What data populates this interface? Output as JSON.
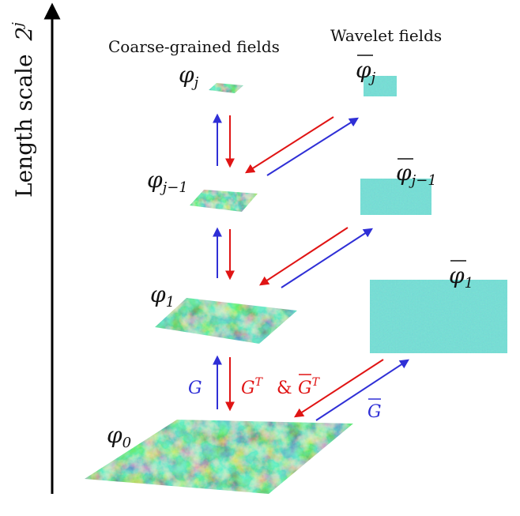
{
  "axis_label": "Length scale",
  "axis_scale": "2",
  "axis_scale_exp": "j",
  "headings": {
    "coarse": "Coarse-grained fields",
    "wavelet": "Wavelet fields"
  },
  "coarse_fields": [
    {
      "sym": "φ",
      "sub": "0"
    },
    {
      "sym": "φ",
      "sub": "1"
    },
    {
      "sym": "φ",
      "sub": "j−1"
    },
    {
      "sym": "φ",
      "sub": "j"
    }
  ],
  "wavelet_fields": [
    {
      "sym": "φ",
      "sub": "1"
    },
    {
      "sym": "φ",
      "sub": "j−1"
    },
    {
      "sym": "φ",
      "sub": "j"
    }
  ],
  "operators": {
    "up": "G",
    "down": "G",
    "down_sup": "T",
    "amp": "&",
    "down_bar": "G",
    "down_bar_sup": "T",
    "wavelet_up": "G"
  },
  "colors": {
    "upward_arrow": "#2f2fd6",
    "downward_arrow": "#e01414",
    "field_dark": "#3b3f8c",
    "field_mid": "#1f9e89",
    "field_bright": "#b5de2b",
    "wavelet": "#2fb8a8"
  }
}
